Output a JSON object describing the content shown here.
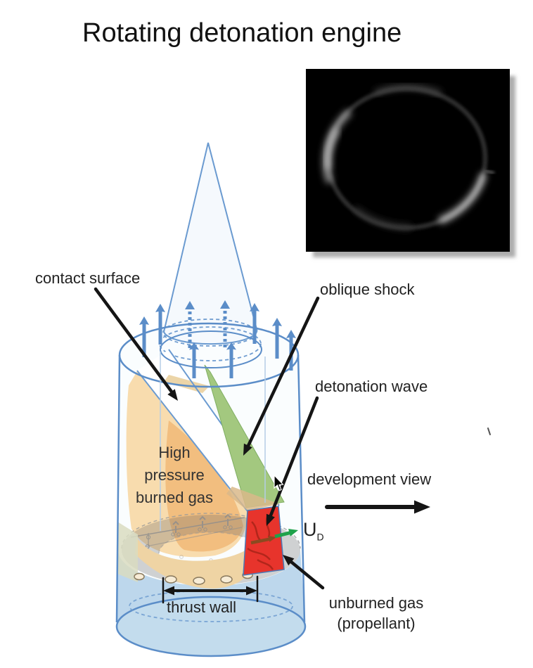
{
  "slide": {
    "title": "Rotating detonation engine"
  },
  "labels": {
    "contact_surface": "contact surface",
    "oblique_shock": "oblique shock",
    "detonation_wave": "detonation wave",
    "development_view": "development view",
    "unburned_gas": "unburned gas",
    "unburned_gas_sub": "(propellant)",
    "thrust_wall": "thrust wall",
    "high_pressure_l1": "High",
    "high_pressure_l2": "pressure",
    "high_pressure_l3": "burned gas",
    "velocity": "U",
    "velocity_sub": "D"
  },
  "colors": {
    "outline_blue": "#5b8dc8",
    "dashed_blue": "#6f9cd0",
    "burned_gas_light": "#f8dcae",
    "burned_gas_dark": "#f1bc7c",
    "oblique_shock_green": "#a3c87f",
    "detonation_red": "#e7342c",
    "velocity_arrow_green": "#1ea24b",
    "thrust_arrow_brown": "#8a4a20",
    "propellant_blue": "#bdd7ec",
    "bottom_cap_blue": "#c3dced",
    "inset_background": "#000000",
    "label_text": "#222222"
  },
  "icons": {
    "inset": "detonation-ring-photo",
    "cursor": "mouse-pointer"
  }
}
